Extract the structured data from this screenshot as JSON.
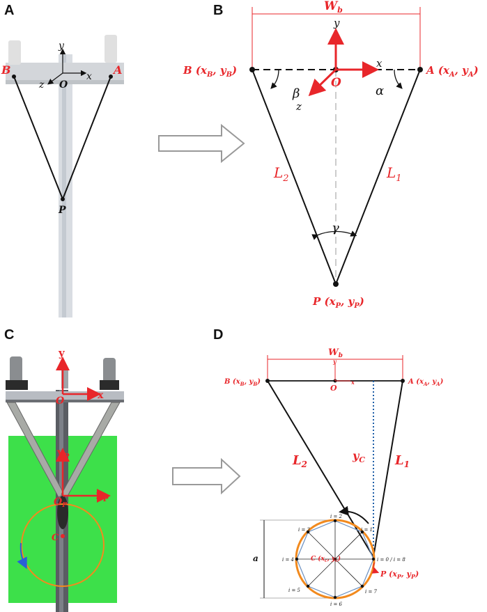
{
  "panels": {
    "A": {
      "letter": "A",
      "labels": {
        "B": "B",
        "A": "A",
        "O": "O",
        "x": "x",
        "y": "y",
        "z": "z",
        "P": "P"
      }
    },
    "B": {
      "letter": "B",
      "labels": {
        "Wb": "W",
        "Wb_sub": "b",
        "B": "B (x",
        "B_sub": "B",
        "B_mid": ", y",
        "B_sub2": "B",
        "B_end": ")",
        "A": "A (x",
        "A_sub": "A",
        "A_mid": ", y",
        "A_sub2": "A",
        "A_end": ")",
        "O": "O",
        "x": "x",
        "y": "y",
        "z": "z",
        "alpha": "α",
        "beta": "β",
        "gamma": "γ",
        "L1": "L",
        "L1_sub": "1",
        "L2": "L",
        "L2_sub": "2",
        "P": "P (x",
        "P_sub": "P",
        "P_mid": ", y",
        "P_sub2": "P",
        "P_end": ")"
      }
    },
    "C": {
      "letter": "C",
      "labels": {
        "y": "y",
        "x": "x",
        "O": "O",
        "yP": "y",
        "yP_sub": "P",
        "xP": "x",
        "xP_sub": "P",
        "OP": "O",
        "OP_sub": "P",
        "C": "C"
      }
    },
    "D": {
      "letter": "D",
      "labels": {
        "Wb": "W",
        "Wb_sub": "b",
        "B": "B (x",
        "B_sub": "B",
        "B_mid": ", y",
        "B_sub2": "B",
        "B_end": ")",
        "A": "A (x",
        "A_sub": "A",
        "A_mid": ", y",
        "A_sub2": "A",
        "A_end": ")",
        "O": "O",
        "x": "x",
        "y": "y",
        "L1": "L",
        "L1_sub": "1",
        "L2": "L",
        "L2_sub": "2",
        "yC": "y",
        "yC_sub": "C",
        "a": "a",
        "C": "C (x",
        "C_sub": "c",
        "C_mid": ", y",
        "C_sub2": "c",
        "C_end": ")",
        "P": "P (x",
        "P_sub": "P",
        "P_mid": ", y",
        "P_sub2": "P",
        "P_end": ")",
        "i0": "i = 0 / i = 8",
        "i1": "i = 1",
        "i2": "i = 2",
        "i3": "i = 3",
        "i4": "i = 4",
        "i5": "i = 5",
        "i6": "i = 6",
        "i7": "i = 7"
      }
    }
  },
  "colors": {
    "red": "#e8262a",
    "green": "#3de04a",
    "orange": "#f28a1e",
    "blue": "#2a5fd8",
    "dotted": "#1f5fa8"
  }
}
